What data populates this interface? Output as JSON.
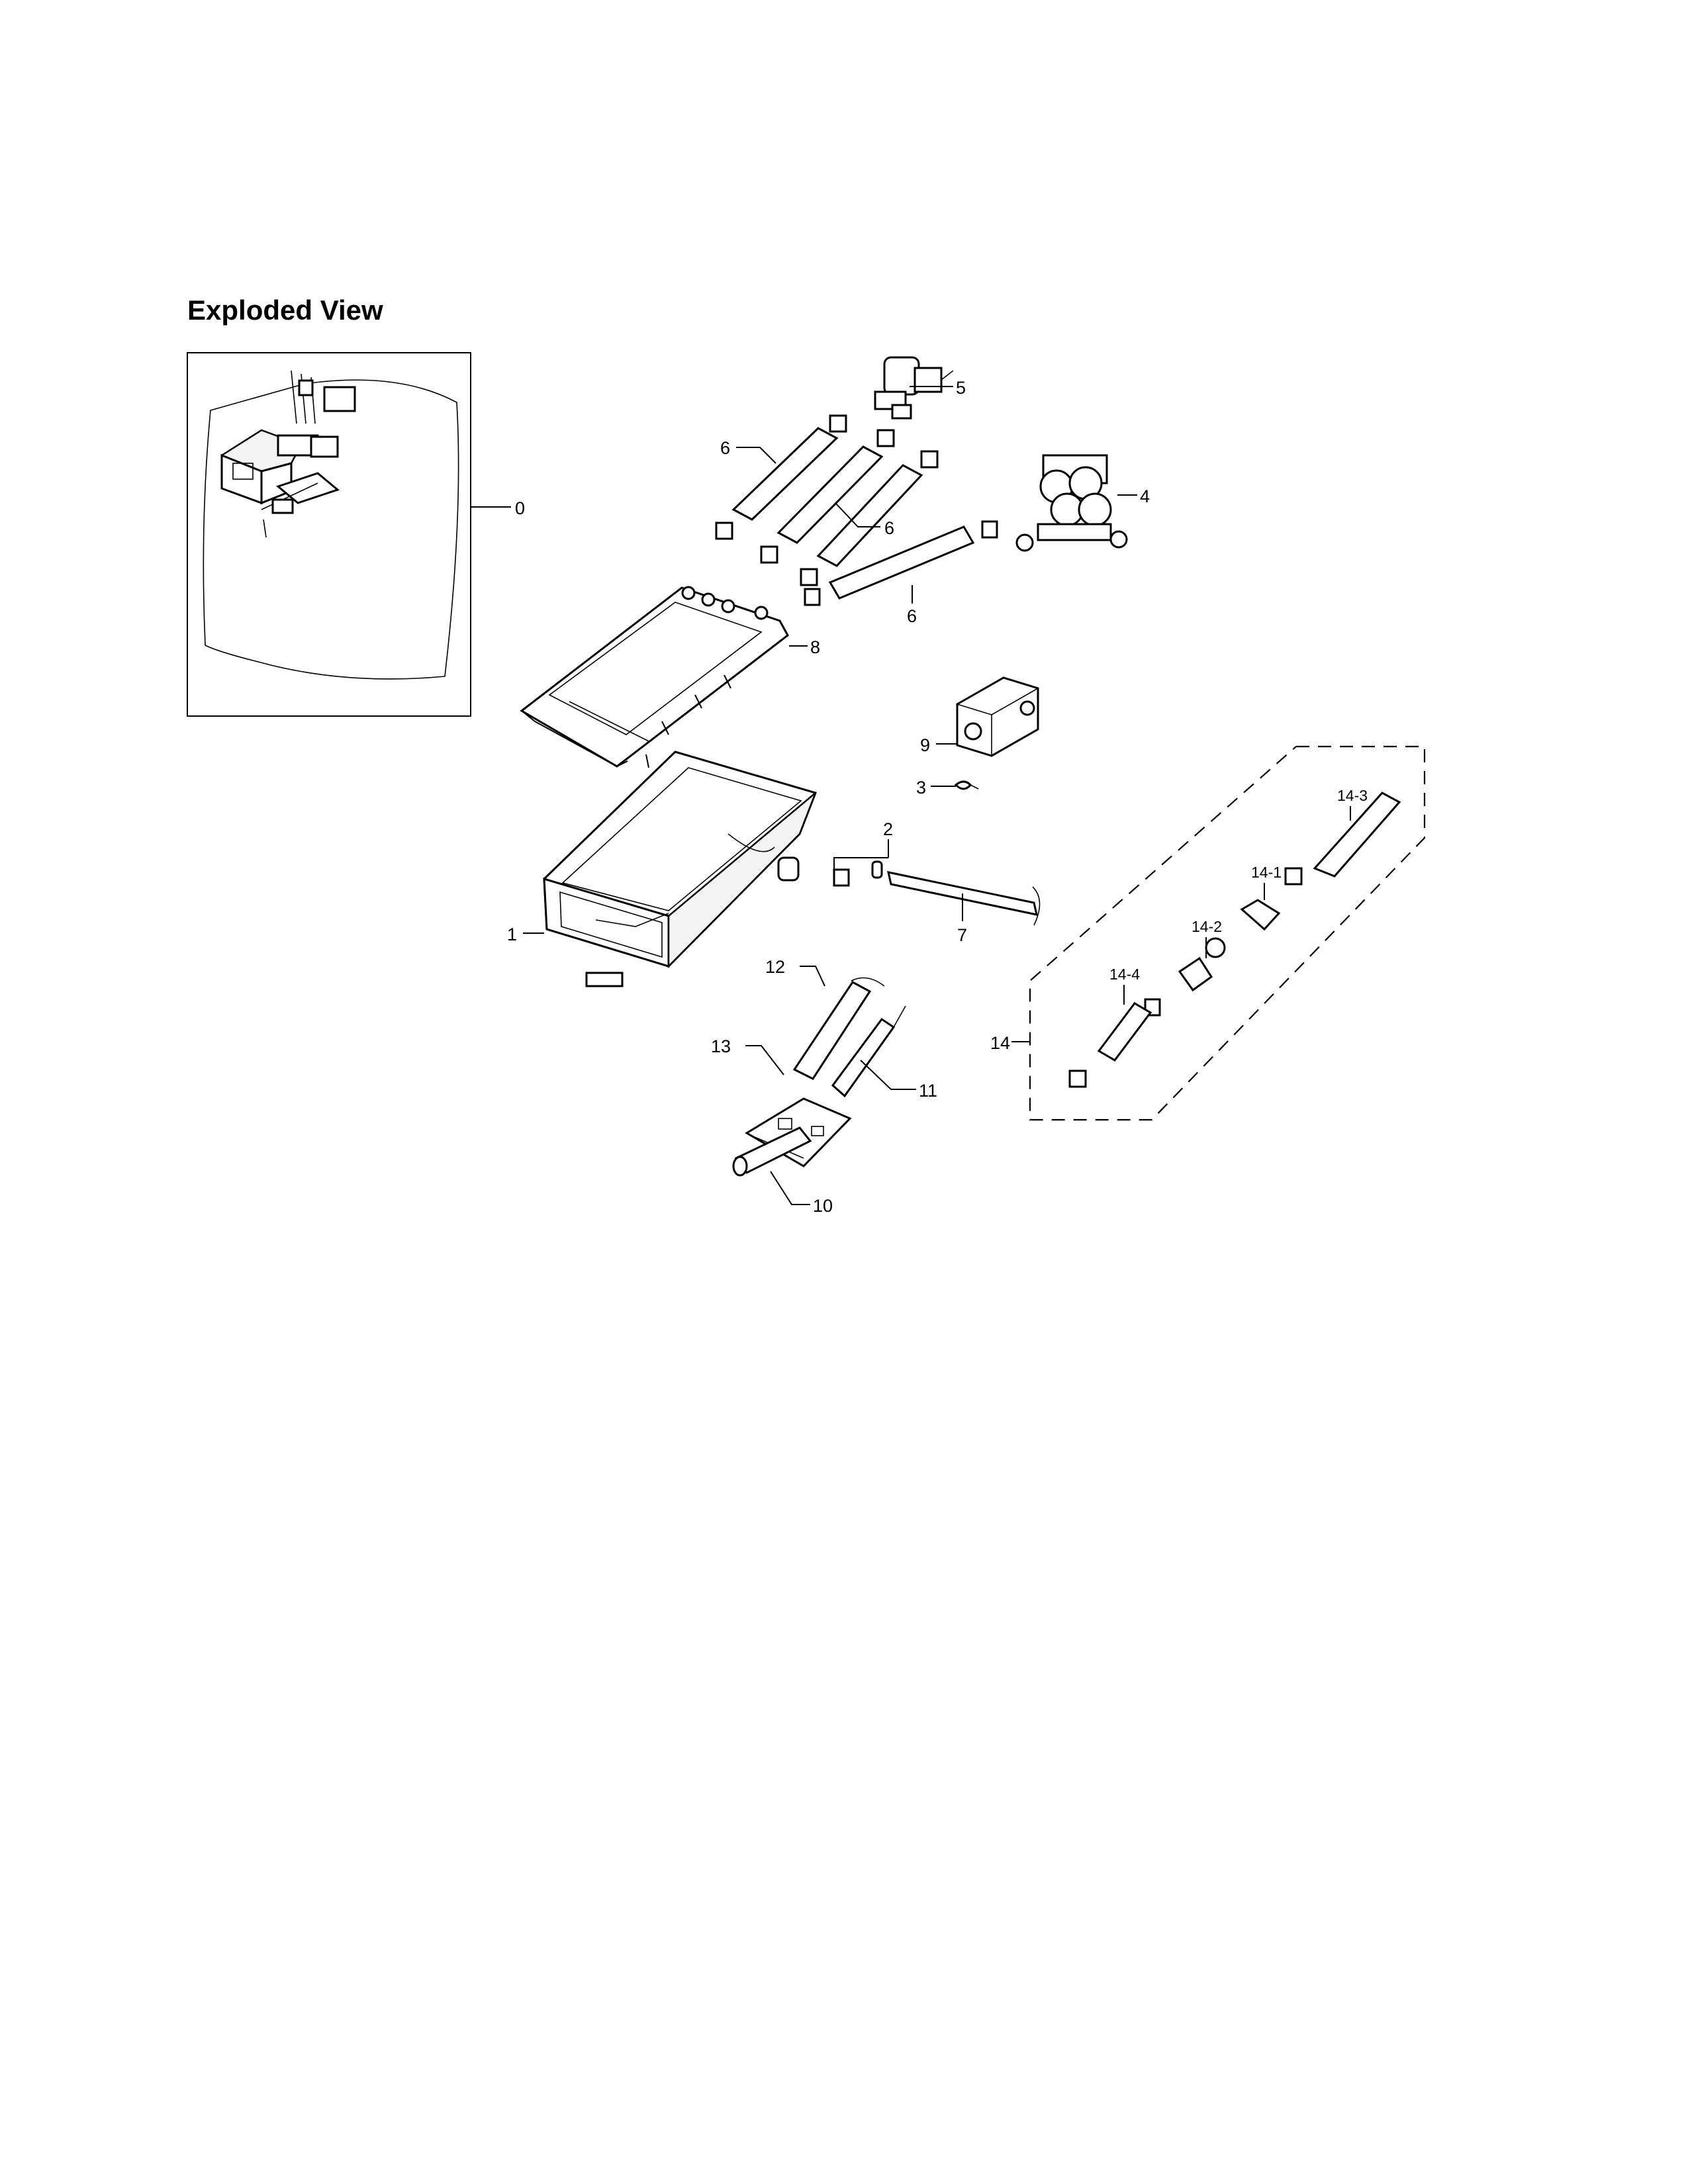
{
  "title": "Exploded View",
  "callouts": {
    "c0": "0",
    "c1": "1",
    "c2": "2",
    "c3": "3",
    "c4": "4",
    "c5": "5",
    "c6a": "6",
    "c6b": "6",
    "c6c": "6",
    "c7": "7",
    "c8": "8",
    "c9": "9",
    "c10": "10",
    "c11": "11",
    "c12": "12",
    "c13": "13",
    "c14": "14",
    "c14_1": "14-1",
    "c14_2": "14-2",
    "c14_3": "14-3",
    "c14_4": "14-4"
  },
  "colors": {
    "ink": "#000000",
    "paper": "#ffffff"
  }
}
